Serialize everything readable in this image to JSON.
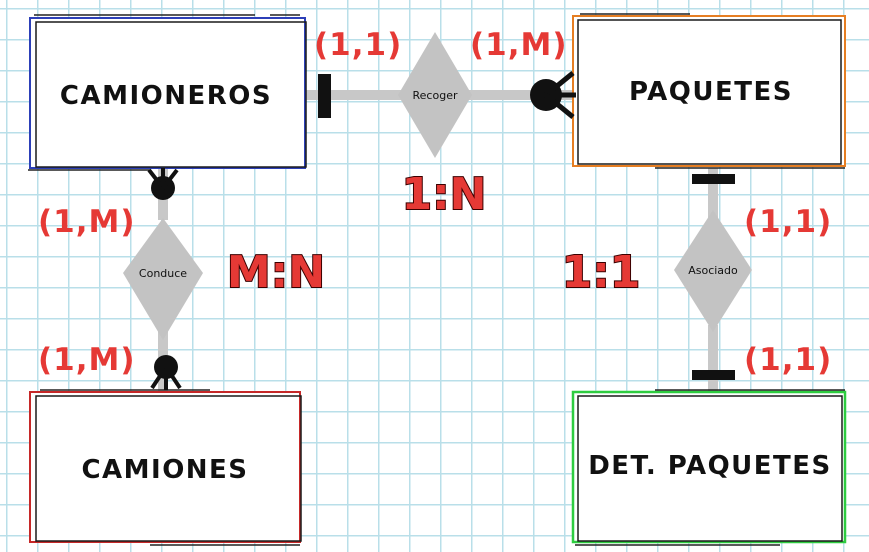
{
  "entities": {
    "camioneros": {
      "label": "CAMIONEROS",
      "color": "#2c3fb8"
    },
    "paquetes": {
      "label": "PAQUETES",
      "color": "#e67e22"
    },
    "camiones": {
      "label": "CAMIONES",
      "color": "#c62828"
    },
    "det_paquetes": {
      "label": "DET. PAQUETES",
      "color": "#2ecc40"
    }
  },
  "relationships": {
    "recoger": {
      "label": "Recoger",
      "cardinality_left": "(1,1)",
      "cardinality_right": "(1,M)",
      "ratio": "1:N"
    },
    "conduce": {
      "label": "Conduce",
      "cardinality_top": "(1,M)",
      "cardinality_bottom": "(1,M)",
      "ratio": "M:N"
    },
    "asociado": {
      "label": "Asociado",
      "cardinality_top": "(1,1)",
      "cardinality_bottom": "(1,1)",
      "ratio": "1:1"
    }
  },
  "colors": {
    "connector": "#c8c8c8",
    "diamond": "#c3c3c3",
    "cardinality": "#e53935"
  }
}
